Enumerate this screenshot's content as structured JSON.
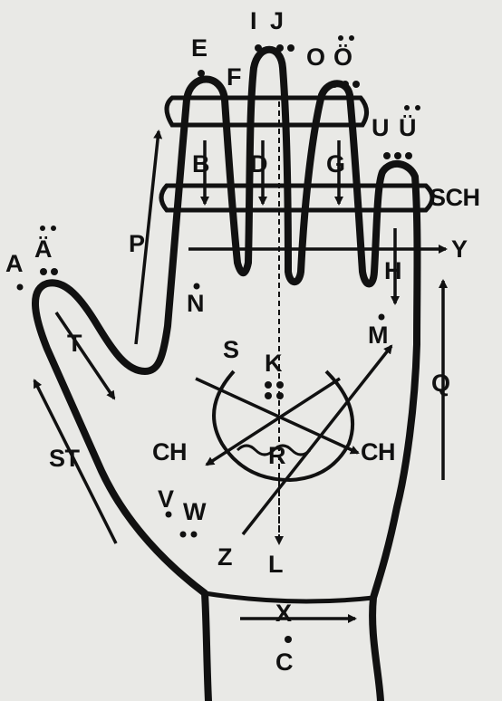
{
  "diagram": {
    "background": "#e9e9e6",
    "ink": "#111111",
    "labels": {
      "a": "A",
      "ae": "Ä",
      "t": "T",
      "st": "ST",
      "p": "P",
      "e": "E",
      "f": "F",
      "i": "I",
      "j": "J",
      "o": "O",
      "oe": "Ö",
      "u": "U",
      "ue": "Ü",
      "b": "B",
      "d": "D",
      "g": "G",
      "sch": "SCH",
      "y": "Y",
      "h": "H",
      "n": "N",
      "m": "M",
      "q": "Q",
      "s": "S",
      "k": "K",
      "ch_left": "CH",
      "ch_right": "CH",
      "r": "R",
      "v": "V",
      "w": "W",
      "z": "Z",
      "l": "L",
      "x": "X",
      "c": "C"
    }
  }
}
